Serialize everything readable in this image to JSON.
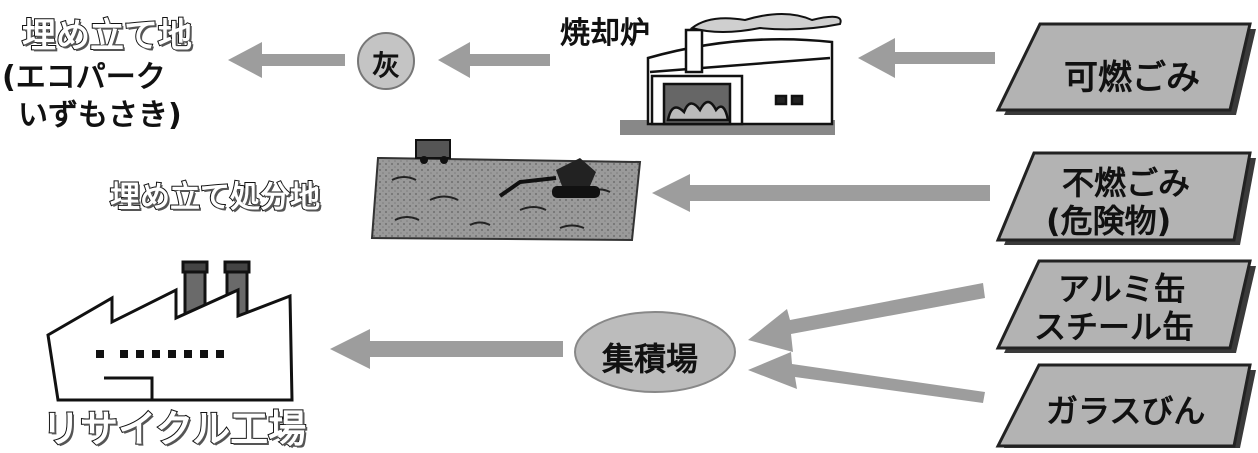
{
  "sources": {
    "burnable": "可燃ごみ",
    "non_burnable_line1": "不燃ごみ",
    "non_burnable_line2": "(危険物)",
    "cans_line1": "アルミ缶",
    "cans_line2": "スチール缶",
    "glass": "ガラスびん"
  },
  "facilities": {
    "incinerator": "焼却炉",
    "ash": "灰",
    "landfill_title": "埋め立て地",
    "landfill_sub_line1": "(エコパーク",
    "landfill_sub_line2": "いずもさき)",
    "disposal_site": "埋め立て処分地",
    "collection_point": "集積場",
    "recycling_plant": "リサイクル工場"
  },
  "colors": {
    "arrow": "#9d9d9d",
    "source_box": "#b3b3b3",
    "ash_circle": "#c4c4c4",
    "collection_ellipse": "#bcbcbc",
    "ground": "#8a8a8a"
  }
}
